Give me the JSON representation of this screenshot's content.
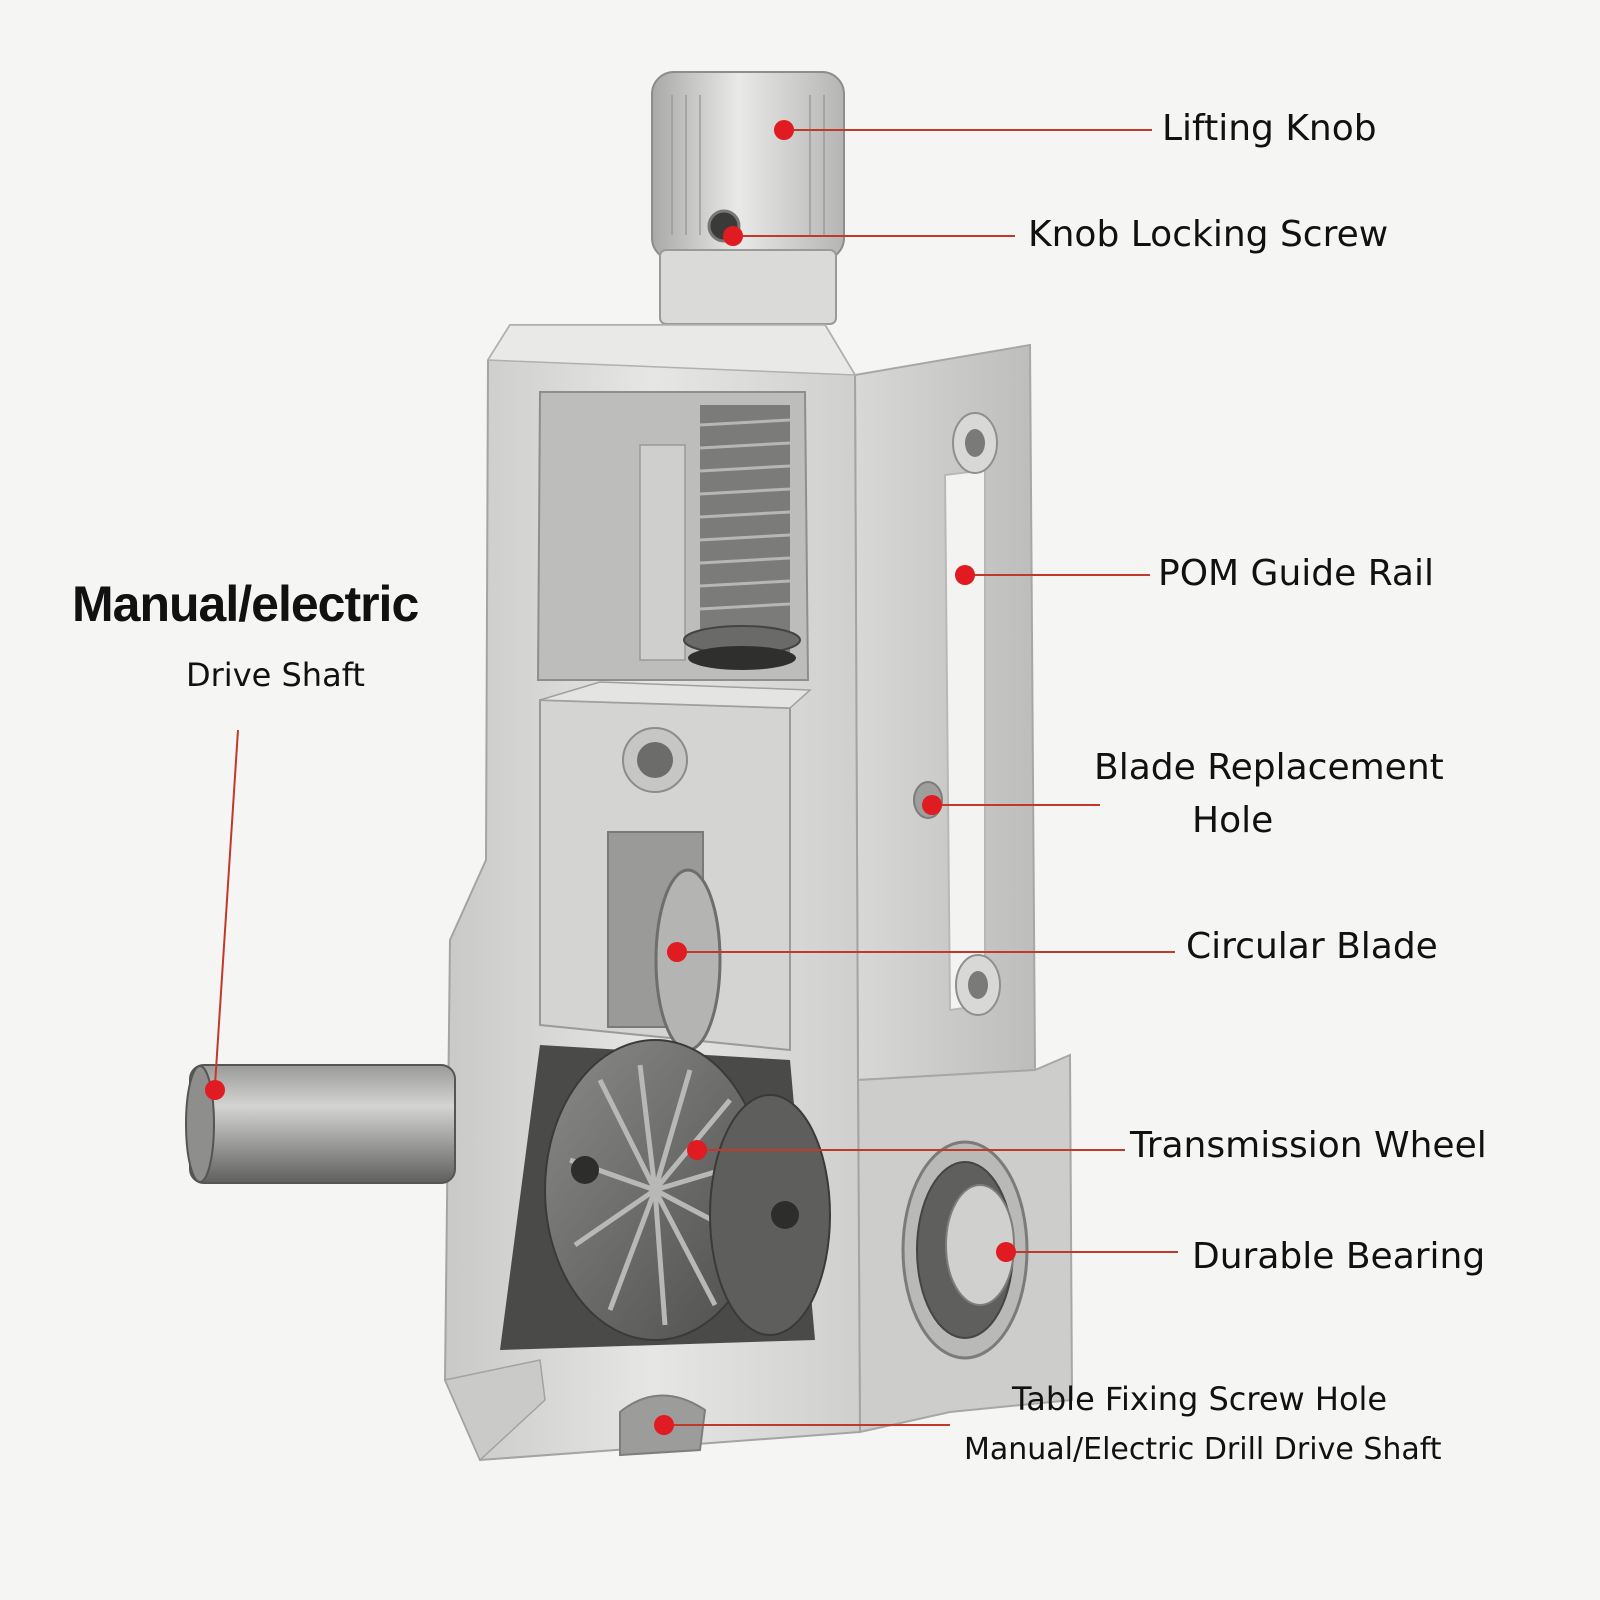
{
  "colors": {
    "background": "#f5f5f3",
    "callout_dot": "#e01b22",
    "callout_line": "#c0392b",
    "metal": "#d6d6d4",
    "gear": "#6e6e6e"
  },
  "labels": {
    "lifting_knob": "Lifting Knob",
    "knob_locking_screw": "Knob Locking Screw",
    "pom_guide_rail": "POM Guide Rail",
    "blade_replacement_hole_line1": "Blade Replacement",
    "blade_replacement_hole_line2": "Hole",
    "circular_blade": "Circular Blade",
    "transmission_wheel": "Transmission Wheel",
    "durable_bearing": "Durable Bearing",
    "table_fixing_screw_hole": "Table Fixing Screw Hole",
    "drill_drive_shaft": "Manual/Electric Drill Drive Shaft",
    "manual_electric": "Manual/electric",
    "drive_shaft": "Drive Shaft"
  }
}
